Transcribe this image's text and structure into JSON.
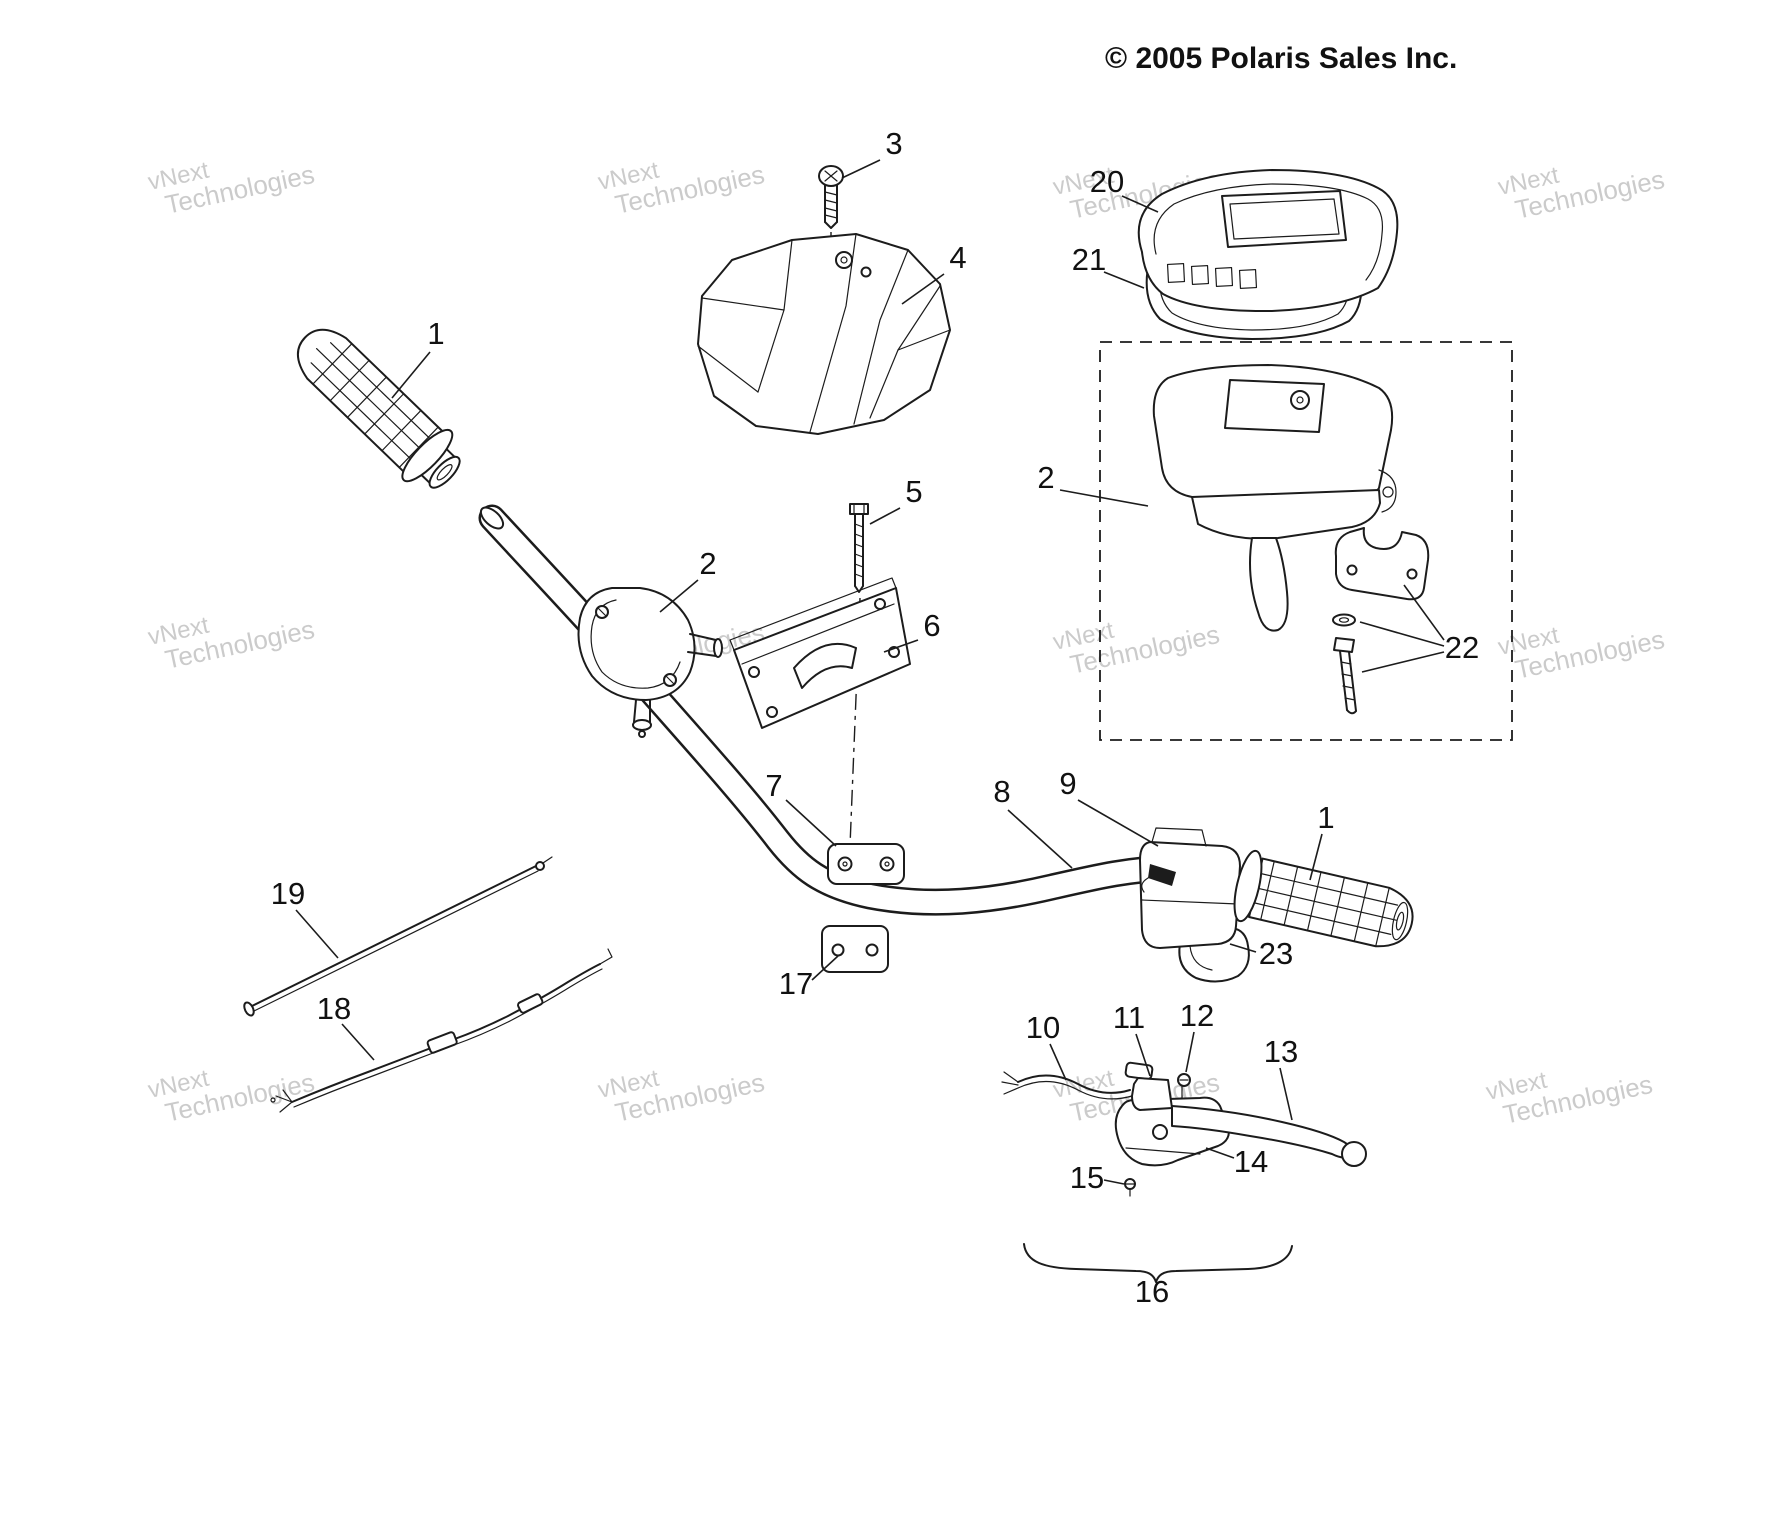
{
  "copyright": "© 2005 Polaris Sales Inc.",
  "watermark": {
    "line1": "vNext",
    "line2": "Technologies"
  },
  "colors": {
    "line": "#1c1c1c",
    "watermark": "#c2c2c2",
    "background": "#ffffff"
  },
  "callouts": {
    "grip_left": "1",
    "grip_right": "1",
    "throttle_block": "2",
    "master_cylinder": "2",
    "screw_top": "3",
    "handlebar_cover": "4",
    "bolt": "5",
    "bracket": "6",
    "clamp_upper": "7",
    "handlebar": "8",
    "throttle_housing": "9",
    "brake_cable_end": "10",
    "lever_pivot": "11",
    "pivot_screw": "12",
    "brake_lever": "13",
    "lever_bracket": "14",
    "bracket_screw": "15",
    "lever_assembly": "16",
    "clamp_lower": "17",
    "brake_cable": "18",
    "throttle_cable": "19",
    "pod_cover": "20",
    "gasket": "21",
    "mounting_hardware": "22",
    "throttle_boot": "23"
  }
}
